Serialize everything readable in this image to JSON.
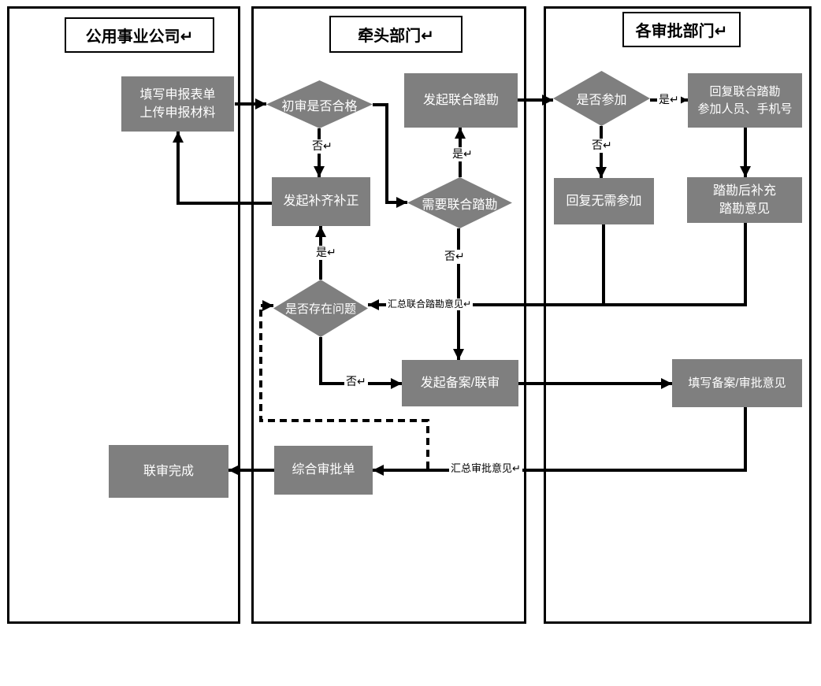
{
  "colors": {
    "node_fill": "#7f7f7f",
    "node_text": "#ffffff",
    "line": "#000000",
    "lane_border": "#000000",
    "lane_bg": "#ffffff"
  },
  "lanes": [
    {
      "title": "公用事业公司↵"
    },
    {
      "title": "牵头部门↵"
    },
    {
      "title": "各审批部门↵"
    }
  ],
  "nodes": {
    "fill_declaration_form": {
      "label": "填写申报表单\n上传申报材料"
    },
    "initial_review_qualified": {
      "label": "初审是否合格"
    },
    "initiate_supplement_correction": {
      "label": "发起补齐补正"
    },
    "initiate_joint_survey": {
      "label": "发起联合踏勘"
    },
    "need_joint_survey": {
      "label": "需要联合踏勘"
    },
    "any_problems": {
      "label": "是否存在问题"
    },
    "initiate_filing_joint_review": {
      "label": "发起备案/联审"
    },
    "comprehensive_approval_form": {
      "label": "综合审批单"
    },
    "joint_review_complete": {
      "label": "联审完成"
    },
    "participate_or_not": {
      "label": "是否参加"
    },
    "reply_joint_survey_contact": {
      "label": "回复联合踏勘\n参加人员、手机号"
    },
    "reply_no_need": {
      "label": "回复无需参加"
    },
    "supplement_survey_opinion": {
      "label": "踏勘后补充\n踏勘意见"
    },
    "fill_filing_approval_opinion": {
      "label": "填写备案/审批意见"
    }
  },
  "edge_labels": {
    "no_initial_review": "否↵",
    "yes_need_survey": "是↵",
    "no_need_survey": "否↵",
    "yes_has_problem": "是↵",
    "no_has_problem": "否↵",
    "yes_participate": "是↵",
    "no_participate": "否↵",
    "summary_joint_survey": "汇总联合踏勘意见↵",
    "summary_approval": "汇总审批意见↵"
  }
}
